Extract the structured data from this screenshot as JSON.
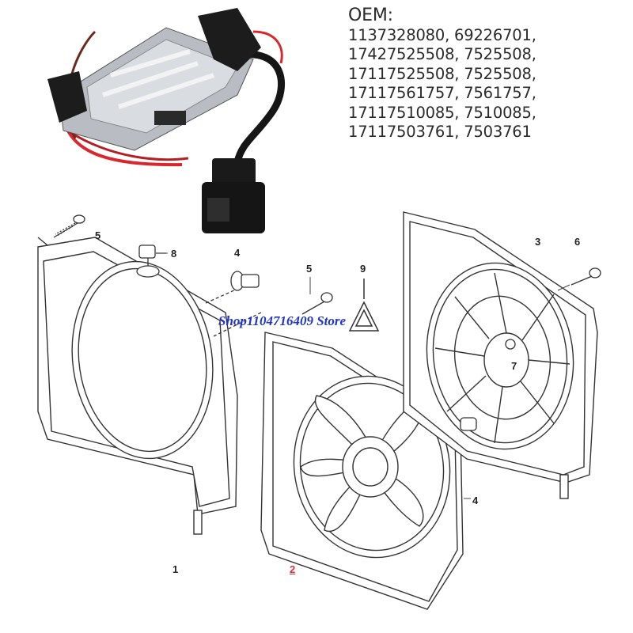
{
  "oem": {
    "title": "OEM:",
    "lines": [
      "1137328080, 69226701,",
      "17427525508, 7525508,",
      "17117525508, 7525508,",
      "17117561757, 7561757,",
      "17117510085, 7510085,",
      "17117503761, 7503761"
    ]
  },
  "callouts": {
    "c1": "1",
    "c2": "2",
    "c3": "3",
    "c4_module": "4",
    "c4_fan": "4",
    "c5_left": "5",
    "c5_mid": "5",
    "c6": "6",
    "c7": "7",
    "c8": "8",
    "c9": "9"
  },
  "watermark": "Shop1104716409 Store",
  "colors": {
    "line": "#333333",
    "highlight_red": "#d0333a",
    "watermark_blue": "#1f34c8",
    "wire_red": "#d8282d",
    "module_silver": "#c9cdd2"
  }
}
